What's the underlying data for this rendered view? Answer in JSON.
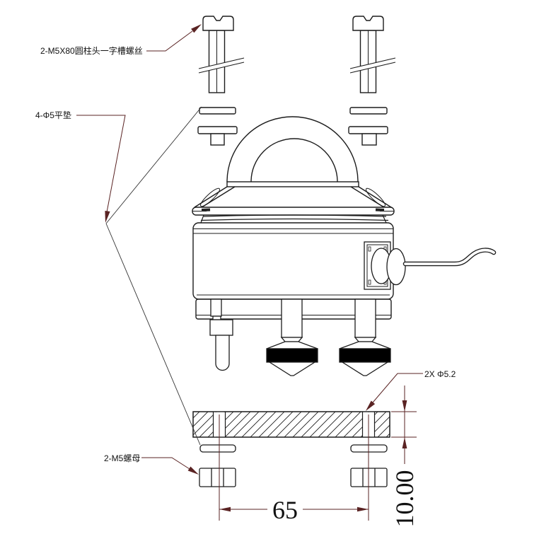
{
  "drawing": {
    "type": "technical-assembly-drawing",
    "subject": "dome pyranometer sensor mounting installation, front view with exploded fasteners",
    "colors": {
      "line": "#1c1c1c",
      "annotation": "#5a2323",
      "foot_band_fill": "#000000",
      "background": "#ffffff"
    },
    "labels": {
      "screws": "2-M5X80圆柱头一字槽螺丝",
      "washers": "4-Φ5平垫",
      "holes": "2X Φ5.2",
      "nuts": "2-M5螺母"
    },
    "dimensions": {
      "hole_spacing_mm": "65",
      "plate_thickness_mm": "10.00"
    },
    "parts": [
      "slotted cheese-head screw M5X80 (x2, with break symbol)",
      "flat washer Φ5 (x4)",
      "glass dome sensor with sun shield and side cable connector",
      "levelling feet with black knurled cones",
      "hatched mounting plate with 2X Φ5.2 through holes",
      "M5 hex nut (x2)"
    ]
  }
}
